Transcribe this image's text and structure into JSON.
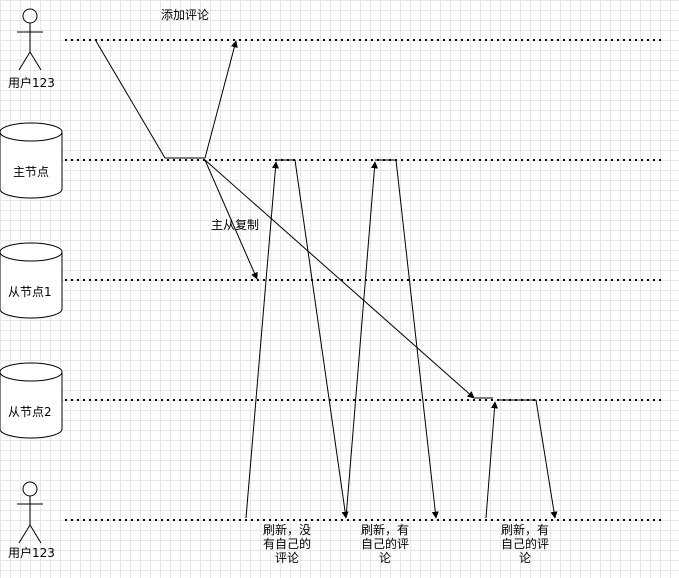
{
  "actors": {
    "top_user": "用户123",
    "bottom_user": "用户123"
  },
  "nodes": {
    "master": "主节点",
    "replica1": "从节点1",
    "replica2": "从节点2"
  },
  "messages": {
    "add_comment": "添加评论",
    "replication": "主从复制"
  },
  "notes": {
    "refresh_1": "刷新，没有自己的评论",
    "refresh_2": "刷新，有自己的评论",
    "refresh_3": "刷新，有自己的评论"
  }
}
